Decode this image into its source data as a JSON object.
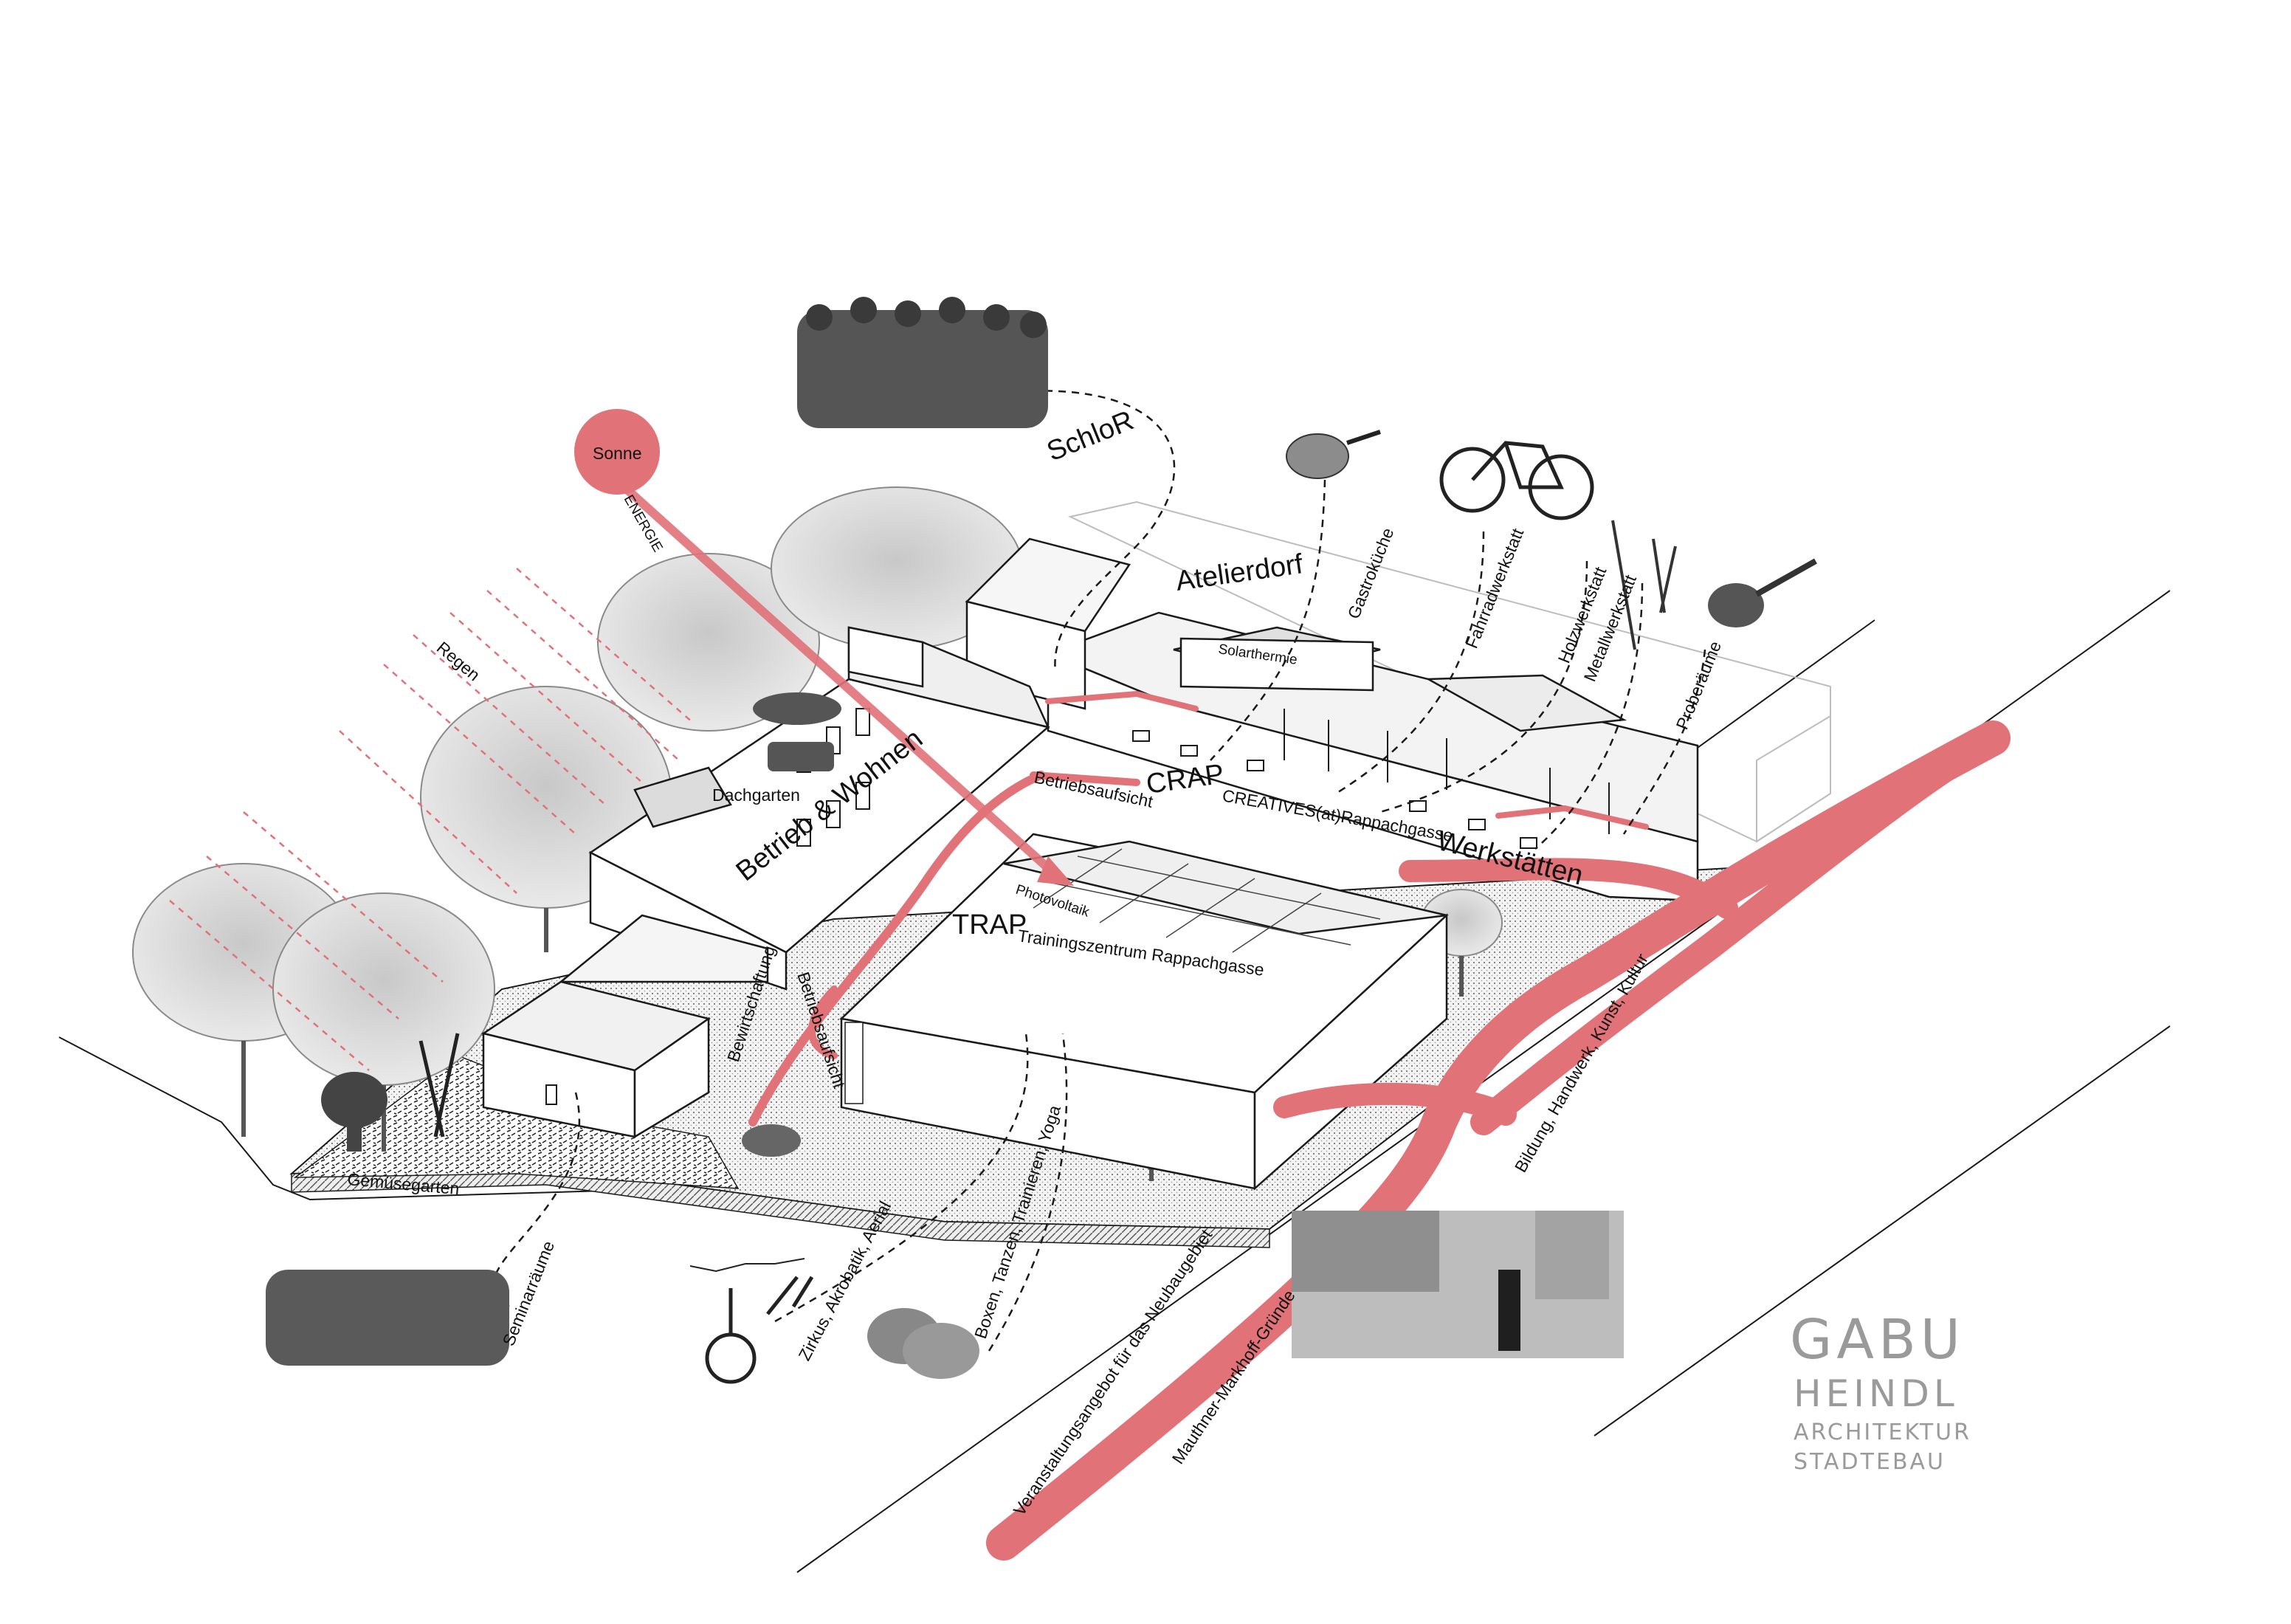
{
  "colors": {
    "accent": "#e07278",
    "line": "#1a1a1a",
    "tree": "#9c9c9c",
    "logo": "#9a9a9a",
    "ground": "#d9d9d9"
  },
  "labels": {
    "sonne": "Sonne",
    "energie": "ENERGIE",
    "regen": "Regen",
    "schlor": "SchloR",
    "atelierdorf": "Atelierdorf",
    "solarthermie": "Solarthermie",
    "gastrokueche": "Gastroküche",
    "fahrradwerkstatt": "Fahrradwerkstatt",
    "holzwerkstatt": "Holzwerkstatt",
    "metallwerkstatt": "Metallwerkstatt",
    "proberaeume": "Proberäume",
    "dachgarten": "Dachgarten",
    "betrieb_wohnen": "Betrieb & Wohnen",
    "betriebsaufsicht": "Betriebsaufsicht",
    "crap": "CRAP",
    "crap_full": "CREATIVES(at)Rappachgasse",
    "werkstaetten": "Werkstätten",
    "photovoltaik": "Photovoltaik",
    "trap": "TRAP",
    "trap_full": "Trainingszentrum Rappachgasse",
    "bewirtschaftung": "Bewirtschaftung",
    "betriebsaufsicht2": "Betriebsaufsicht",
    "gemuesegarten": "Gemüsegarten",
    "seminarraeume": "Seminarräume",
    "zirkus": "Zirkus, Akrobatik, Aerial",
    "boxen": "Boxen, Tanzen, Trainieren, Yoga",
    "bildung": "Bildung, Handwerk, Kunst, Kultur",
    "veranstaltung": "Veranstaltungsangebot für das Neubaugebiet",
    "mauthner": "Mauthner-Markhoff-Gründe"
  },
  "logo": {
    "line1": "GABU",
    "line2": "HEINDL",
    "line3": "ARCHITEKTUR",
    "line4": "STADTEBAU"
  }
}
